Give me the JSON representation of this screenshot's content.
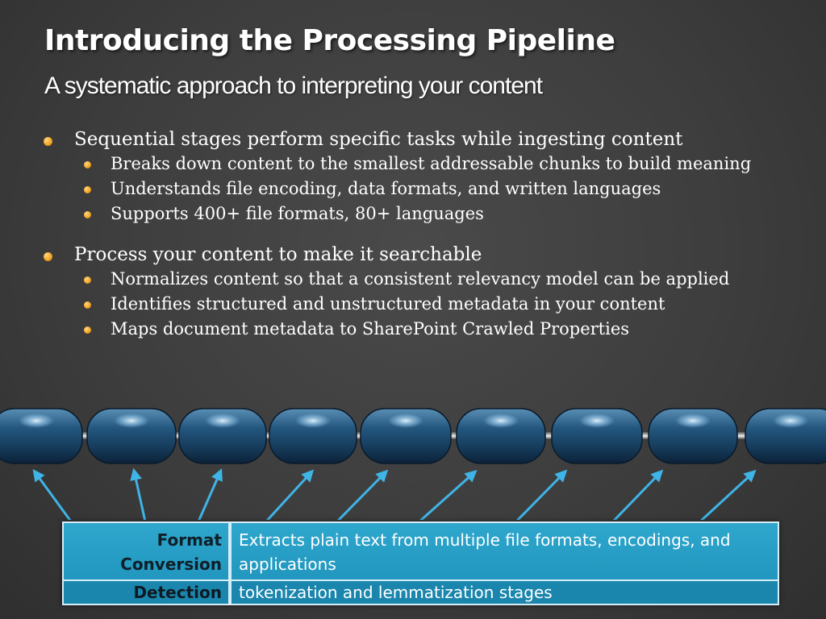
{
  "slide": {
    "title": "Introducing the Processing Pipeline",
    "subtitle": "A systematic approach to interpreting your content"
  },
  "bullets": [
    {
      "text": "Sequential stages perform specific tasks while ingesting content",
      "sub": [
        "Breaks down content to the smallest addressable chunks to build meaning",
        "Understands file encoding, data formats, and written languages",
        "Supports 400+ file formats, 80+ languages"
      ]
    },
    {
      "text": "Process your content to make it searchable",
      "sub": [
        "Normalizes content so that a consistent relevancy model can be applied",
        "Identifies structured and unstructured metadata in your content",
        "Maps document metadata to SharePoint Crawled Properties"
      ]
    }
  ],
  "stages_table": {
    "rows": [
      {
        "label": "Format Conversion",
        "description": "Extracts plain text from multiple file formats, encodings, and applications"
      },
      {
        "label": "Detection",
        "description": "tokenization and lemmatization stages"
      }
    ]
  },
  "colors": {
    "background": "#3d3d3d",
    "bullet": "#f5a623",
    "table_fill": "#2ea7cd",
    "capsule": "#1f4f72"
  }
}
